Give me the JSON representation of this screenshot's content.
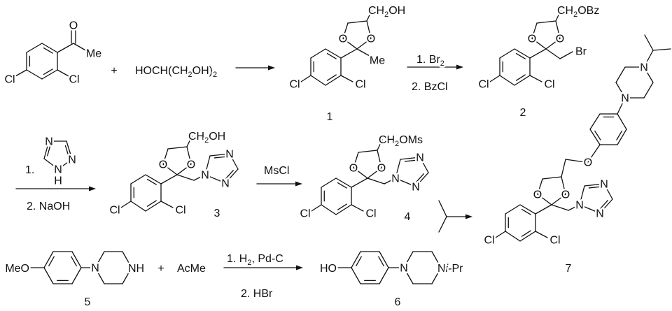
{
  "starting_material": {
    "atoms": {
      "o": "O",
      "me": "Me",
      "cl1": "Cl",
      "cl2": "Cl"
    }
  },
  "plus_1": "+",
  "glycerol": [
    "HOCH(CH",
    "2",
    "OH)",
    "2"
  ],
  "compound_1": {
    "number": "1",
    "side_chain": [
      "CH",
      "2",
      "OH"
    ],
    "atoms": {
      "o1": "O",
      "o2": "O",
      "me": "Me",
      "cl1": "Cl",
      "cl2": "Cl"
    }
  },
  "step_2": {
    "line1": [
      "1. Br",
      "2"
    ],
    "line2": "2. BzCl"
  },
  "compound_2": {
    "number": "2",
    "side_chain": [
      "CH",
      "2",
      "OBz"
    ],
    "atoms": {
      "o1": "O",
      "o2": "O",
      "br": "Br",
      "cl1": "Cl",
      "cl2": "Cl"
    }
  },
  "step_3": {
    "index": "1.",
    "triazole_atoms": {
      "n4": "N",
      "n2": "N",
      "n1": "N",
      "h": "H"
    },
    "line2": "2. NaOH"
  },
  "compound_3": {
    "number": "3",
    "side_chain": [
      "CH",
      "2",
      "OH"
    ],
    "atoms": {
      "o1": "O",
      "o2": "O",
      "n1": "N",
      "n2": "N",
      "n4": "N",
      "cl1": "Cl",
      "cl2": "Cl"
    }
  },
  "step_4": {
    "reagent": "MsCl"
  },
  "compound_4": {
    "number": "4",
    "side_chain": [
      "CH",
      "2",
      "OMs"
    ],
    "atoms": {
      "o1": "O",
      "o2": "O",
      "n1": "N",
      "n2": "N",
      "n4": "N",
      "cl1": "Cl",
      "cl2": "Cl"
    }
  },
  "compound_5": {
    "number": "5",
    "methoxy": "MeO",
    "n": "N",
    "nh": "NH"
  },
  "plus_2": "+",
  "acetone": "AcMe",
  "step_6": {
    "line1": [
      "1. H",
      "2",
      ", Pd-C"
    ],
    "line2": "2. HBr"
  },
  "compound_6": {
    "number": "6",
    "hydroxy": "HO",
    "n": "N",
    "n_ipr": [
      "N",
      "i",
      "-Pr"
    ]
  },
  "compound_7": {
    "number": "7",
    "atoms": {
      "o1": "O",
      "o2": "O",
      "o3": "O",
      "n1": "N",
      "n2": "N",
      "n4": "N",
      "pip_n1": "N",
      "pip_n4": "N",
      "cl1": "Cl",
      "cl2": "Cl"
    }
  }
}
